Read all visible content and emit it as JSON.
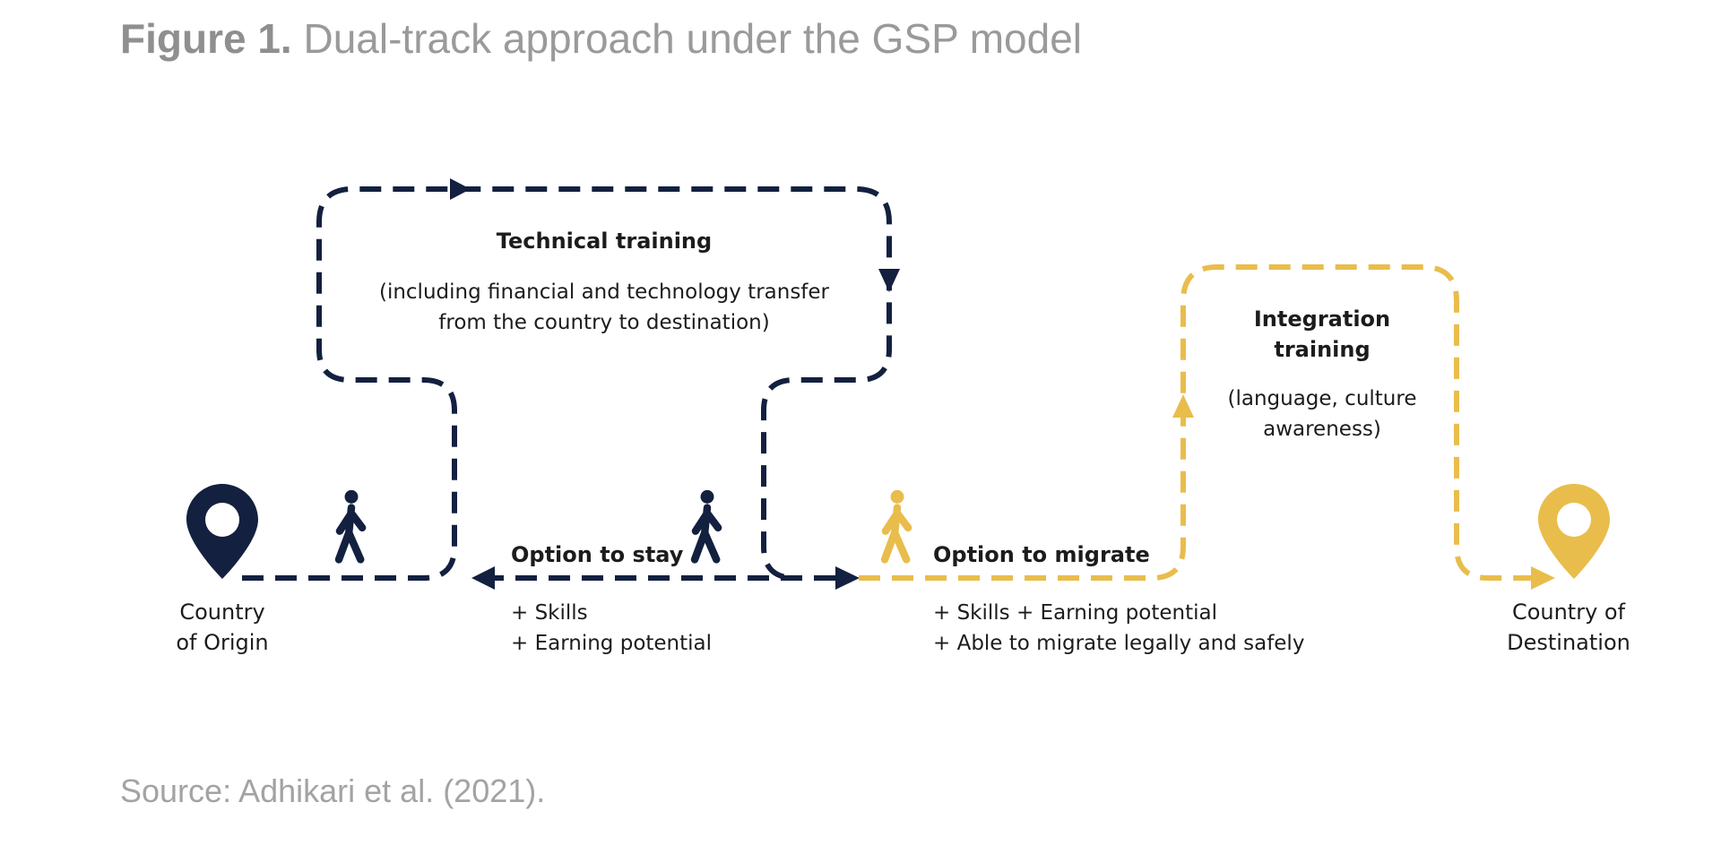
{
  "figure": {
    "label": "Figure 1.",
    "title": "Dual-track approach under the GSP model",
    "source": "Source: Adhikari et al. (2021)."
  },
  "colors": {
    "navy": "#13203f",
    "gold": "#e9bd4c",
    "title_gray": "#9a9a9a"
  },
  "technical": {
    "title": "Technical training",
    "sub_line1": "(including financial and technology transfer",
    "sub_line2": "from the country to destination)"
  },
  "integration": {
    "title_line1": "Integration",
    "title_line2": "training",
    "sub_line1": "(language, culture",
    "sub_line2": "awareness)"
  },
  "origin": {
    "line1": "Country",
    "line2": "of Origin",
    "icon": "location-pin-icon"
  },
  "destination": {
    "line1": "Country of",
    "line2": "Destination",
    "icon": "location-pin-icon"
  },
  "stay": {
    "title": "Option to stay",
    "line1": "+ Skills",
    "line2": "+ Earning potential",
    "icon": "walking-person-icon"
  },
  "migrate": {
    "title": "Option to migrate",
    "line1": "+ Skills + Earning potential",
    "line2": "+ Able to migrate legally and safely",
    "icon": "walking-person-icon"
  }
}
